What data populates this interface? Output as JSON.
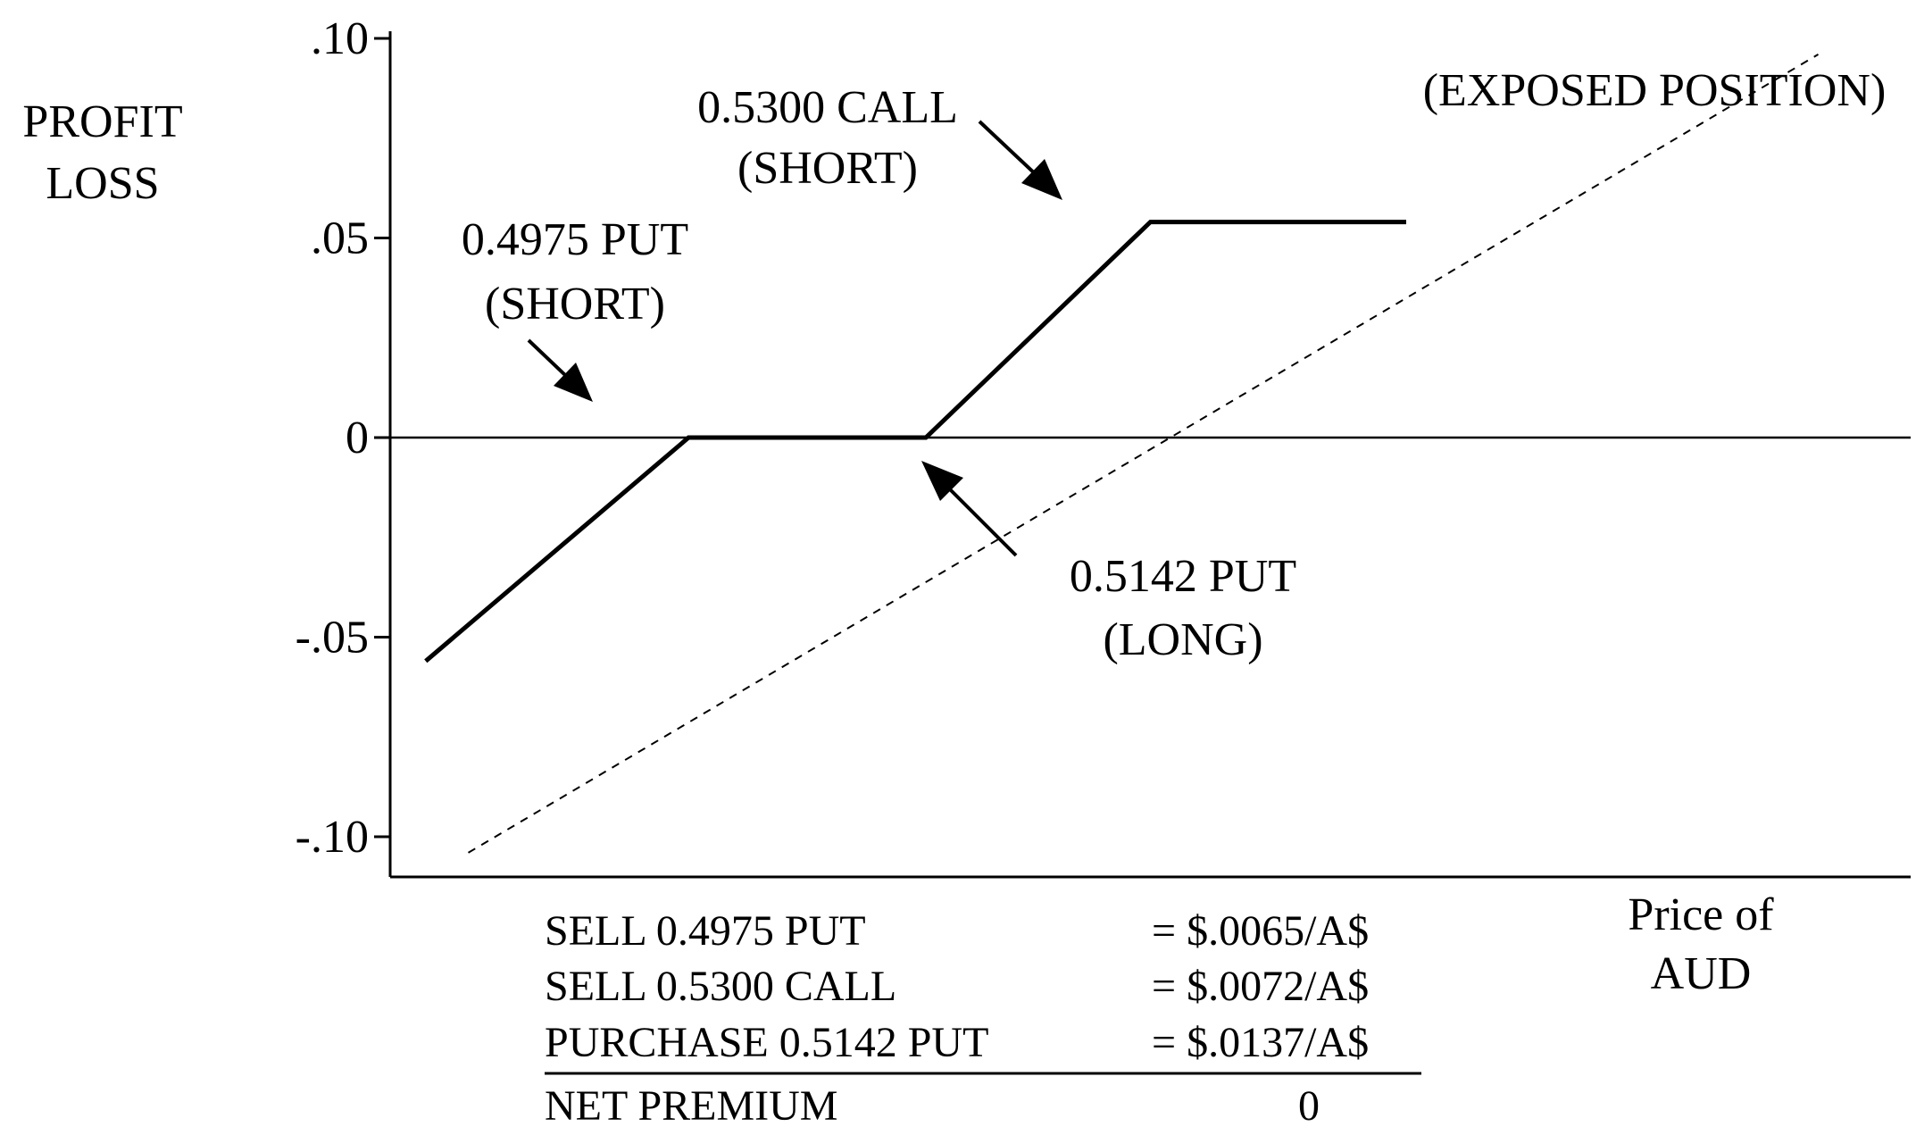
{
  "chart_data": {
    "type": "line",
    "title": "(EXPOSED POSITION)",
    "ylabel": [
      "PROFIT",
      "LOSS"
    ],
    "xlabel": [
      "Price of",
      "AUD"
    ],
    "ylim": [
      -0.11,
      0.1
    ],
    "xlim": [
      0.4765,
      0.5835
    ],
    "y_ticks": [
      {
        "value": 0.1,
        "label": ".10"
      },
      {
        "value": 0.05,
        "label": ".05"
      },
      {
        "value": 0,
        "label": "0"
      },
      {
        "value": -0.05,
        "label": "-.05"
      },
      {
        "value": -0.1,
        "label": "-.10"
      }
    ],
    "series": [
      {
        "style": "solid",
        "x": [
          0.479,
          0.4975,
          0.5142,
          0.53,
          0.548
        ],
        "y": [
          -0.056,
          0,
          0,
          0.054,
          0.054
        ]
      },
      {
        "style": "dashed",
        "x": [
          0.482,
          0.577
        ],
        "y": [
          -0.104,
          0.096
        ]
      }
    ],
    "annotations": [
      {
        "lines": [
          "0.5300 CALL",
          "(SHORT)"
        ],
        "target": [
          0.53,
          0.054
        ]
      },
      {
        "lines": [
          "0.4975 PUT",
          "(SHORT)"
        ],
        "target": [
          0.4975,
          0
        ]
      },
      {
        "lines": [
          "0.5142 PUT",
          "(LONG)"
        ],
        "target": [
          0.5142,
          0
        ]
      }
    ]
  },
  "premium_table": {
    "rows": [
      {
        "label": "SELL 0.4975 PUT",
        "value": "=  $.0065/A$"
      },
      {
        "label": "SELL 0.5300 CALL",
        "value": "=  $.0072/A$"
      },
      {
        "label": "PURCHASE 0.5142 PUT",
        "value": "=  $.0137/A$"
      }
    ],
    "total": {
      "label": "NET PREMIUM",
      "value": "0"
    }
  }
}
